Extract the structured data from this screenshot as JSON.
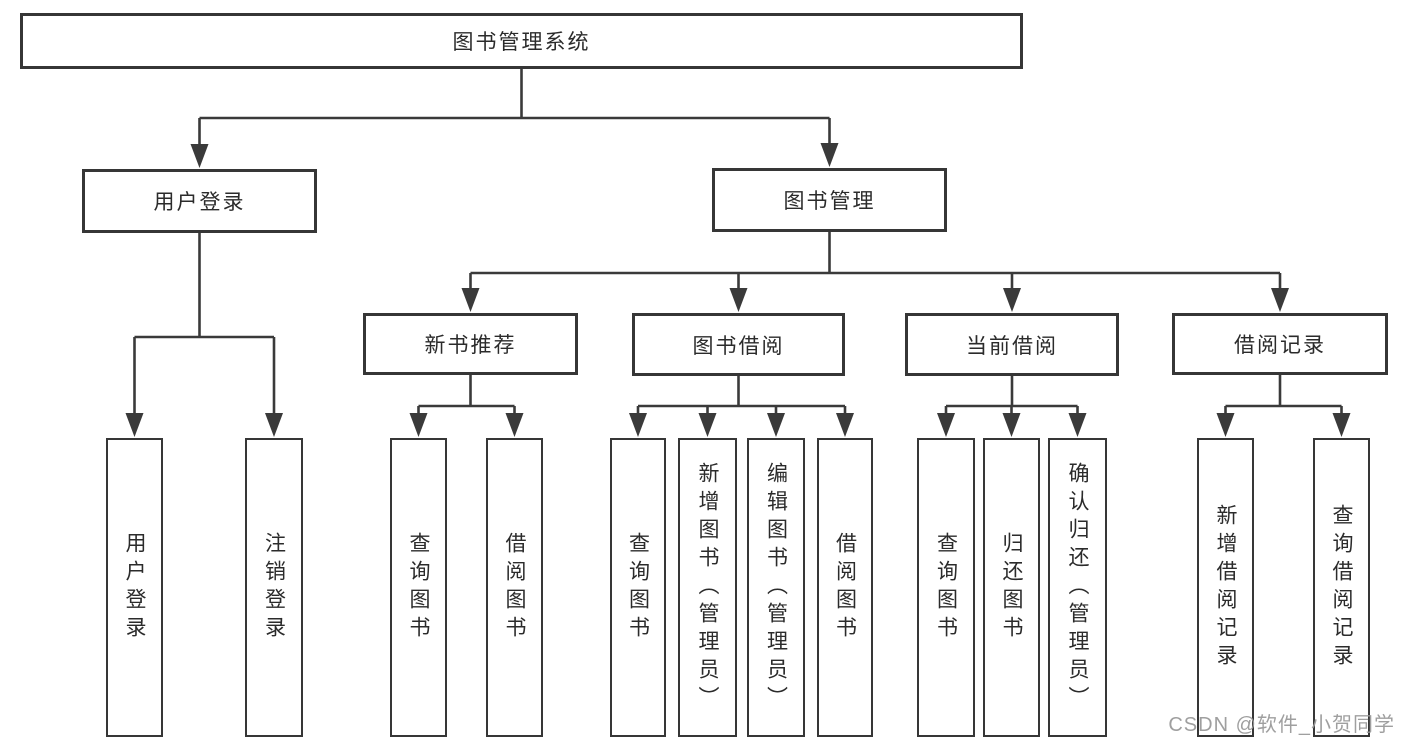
{
  "tree": {
    "root": {
      "label": "图书管理系统",
      "children": [
        {
          "label": "用户登录",
          "children": [
            {
              "label": "用户登录"
            },
            {
              "label": "注销登录"
            }
          ]
        },
        {
          "label": "图书管理",
          "children": [
            {
              "label": "新书推荐",
              "children": [
                {
                  "label": "查询图书"
                },
                {
                  "label": "借阅图书"
                }
              ]
            },
            {
              "label": "图书借阅",
              "children": [
                {
                  "label": "查询图书"
                },
                {
                  "label": "新增图书（管理员）"
                },
                {
                  "label": "编辑图书（管理员）"
                },
                {
                  "label": "借阅图书"
                }
              ]
            },
            {
              "label": "当前借阅",
              "children": [
                {
                  "label": "查询图书"
                },
                {
                  "label": "归还图书"
                },
                {
                  "label": "确认归还（管理员）"
                }
              ]
            },
            {
              "label": "借阅记录",
              "children": [
                {
                  "label": "新增借阅记录"
                },
                {
                  "label": "查询借阅记录"
                }
              ]
            }
          ]
        }
      ]
    }
  },
  "watermark": "CSDN @软件_小贺同学",
  "colors": {
    "line": "#3a3a3a",
    "border": "#363636",
    "text": "#2b2b2b",
    "watermark": "#9a9a9a"
  }
}
